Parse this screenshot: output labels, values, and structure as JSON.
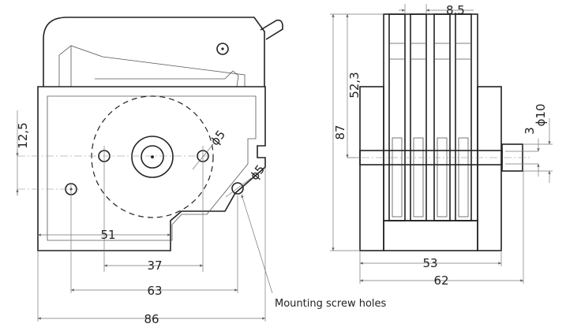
{
  "front_view": {
    "dimensions": {
      "d_12_5": "12,5",
      "d_51": "51",
      "d_37": "37",
      "d_63": "63",
      "d_86": "86",
      "hole_dia_1": "ϕ5",
      "hole_dia_2": "ϕ5"
    },
    "callout": "Mounting screw holes"
  },
  "side_view": {
    "dimensions": {
      "d_8_5": "8.5",
      "d_52_3": "52,3",
      "d_87": "87",
      "d_3": "3",
      "d_10": "ϕ10",
      "d_53": "53",
      "d_62": "62"
    }
  }
}
